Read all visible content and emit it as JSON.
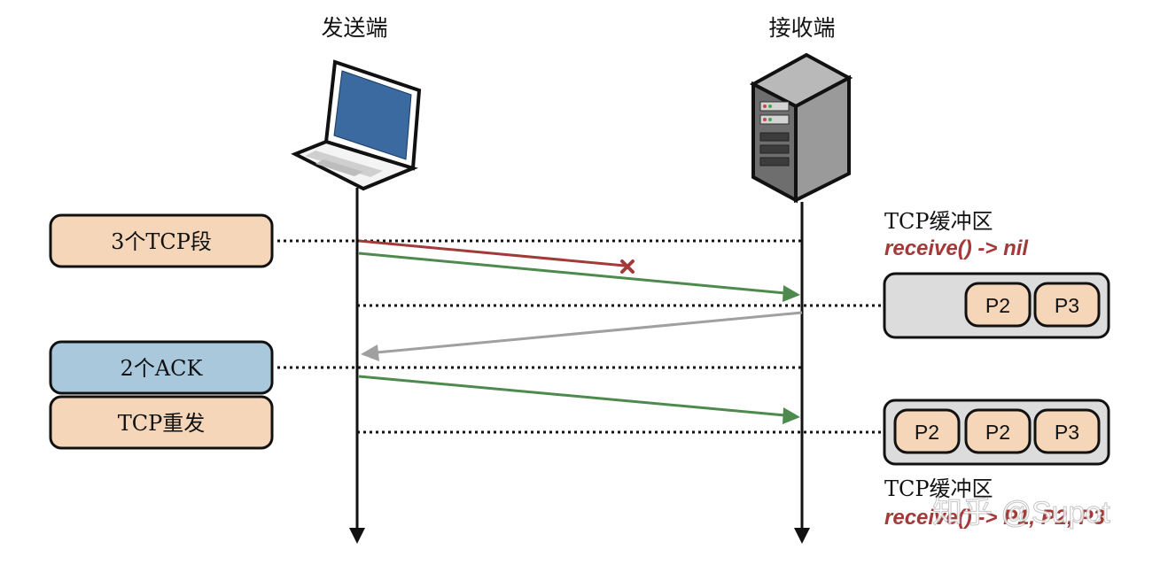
{
  "columns": {
    "sender": "发送端",
    "receiver": "接收端"
  },
  "steps": [
    {
      "label": "3个TCP段",
      "tone": "tan"
    },
    {
      "label": "2个ACK",
      "tone": "blue"
    },
    {
      "label": "TCP重发",
      "tone": "tan"
    }
  ],
  "buffers": [
    {
      "caption": "TCP缓冲区",
      "call": "receive() -> nil",
      "packets": [
        "P2",
        "P3"
      ]
    },
    {
      "caption": "TCP缓冲区",
      "call": "receive() -> P1, P2, P3",
      "packets": [
        "P2",
        "P2",
        "P3"
      ]
    }
  ],
  "watermark": "知乎 @Supot",
  "colors": {
    "tan_fill": "#f5d6b8",
    "blue_fill": "#a9c8dc",
    "lost_arrow": "#a33a3a",
    "data_arrow": "#4e8a4e",
    "ack_arrow": "#a0a0a0",
    "buffer_fill": "#dcdcdc",
    "packet_fill": "#f5d6b8"
  },
  "icons": {
    "sender": "laptop-icon",
    "receiver": "server-tower-icon"
  }
}
